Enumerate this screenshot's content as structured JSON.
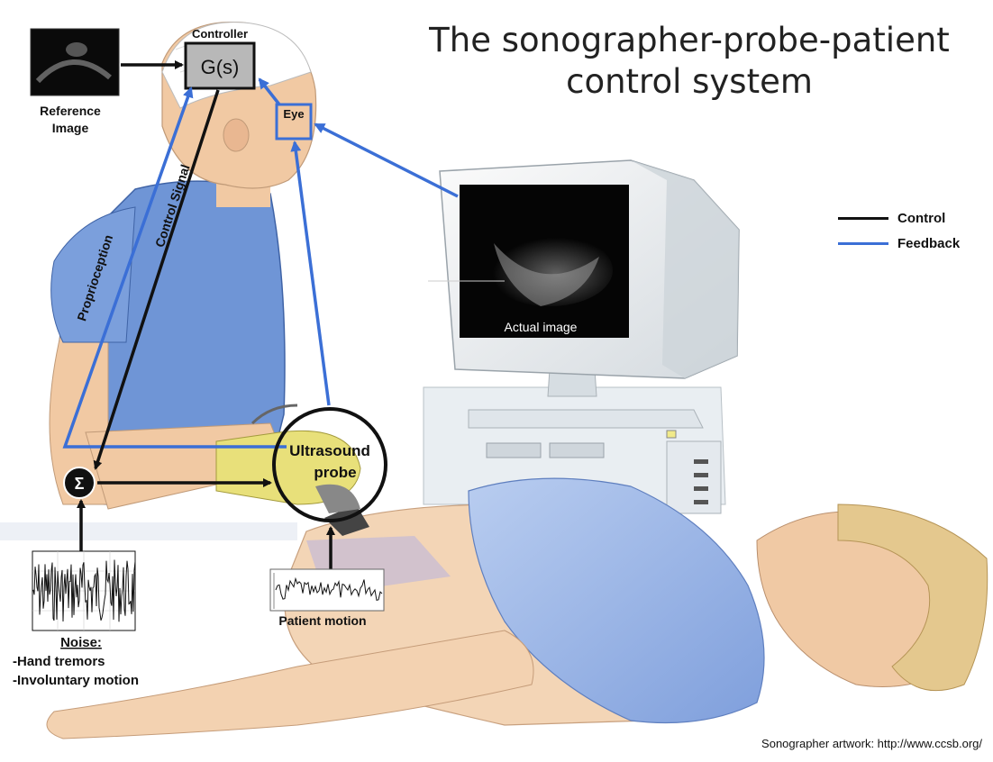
{
  "title": {
    "line1": "The sonographer-probe-patient",
    "line2": "control system"
  },
  "labels": {
    "controller": "Controller",
    "transfer_function": "G(s)",
    "reference_image_1": "Reference",
    "reference_image_2": "Image",
    "eye": "Eye",
    "control_signal": "Control Signal",
    "proprioception": "Proprioception",
    "actual_image": "Actual image",
    "probe_1": "Ultrasound",
    "probe_2": "probe",
    "sum": "Σ",
    "patient_motion": "Patient motion",
    "noise_heading": "Noise:",
    "noise_item_1": "-Hand tremors",
    "noise_item_2": "-Involuntary motion"
  },
  "legend": {
    "items": [
      {
        "label": "Control",
        "color": "#111111"
      },
      {
        "label": "Feedback",
        "color": "#3b6fd6"
      }
    ]
  },
  "colors": {
    "control": "#111111",
    "feedback": "#3b6fd6",
    "scrubs": "#6f95d6",
    "glove": "#e8e07a",
    "patient_shirt": "#9fb8e8",
    "skin": "#f1c9a3",
    "hair": "#e4c88e"
  },
  "credit": "Sonographer artwork: http://www.ccsb.org/"
}
